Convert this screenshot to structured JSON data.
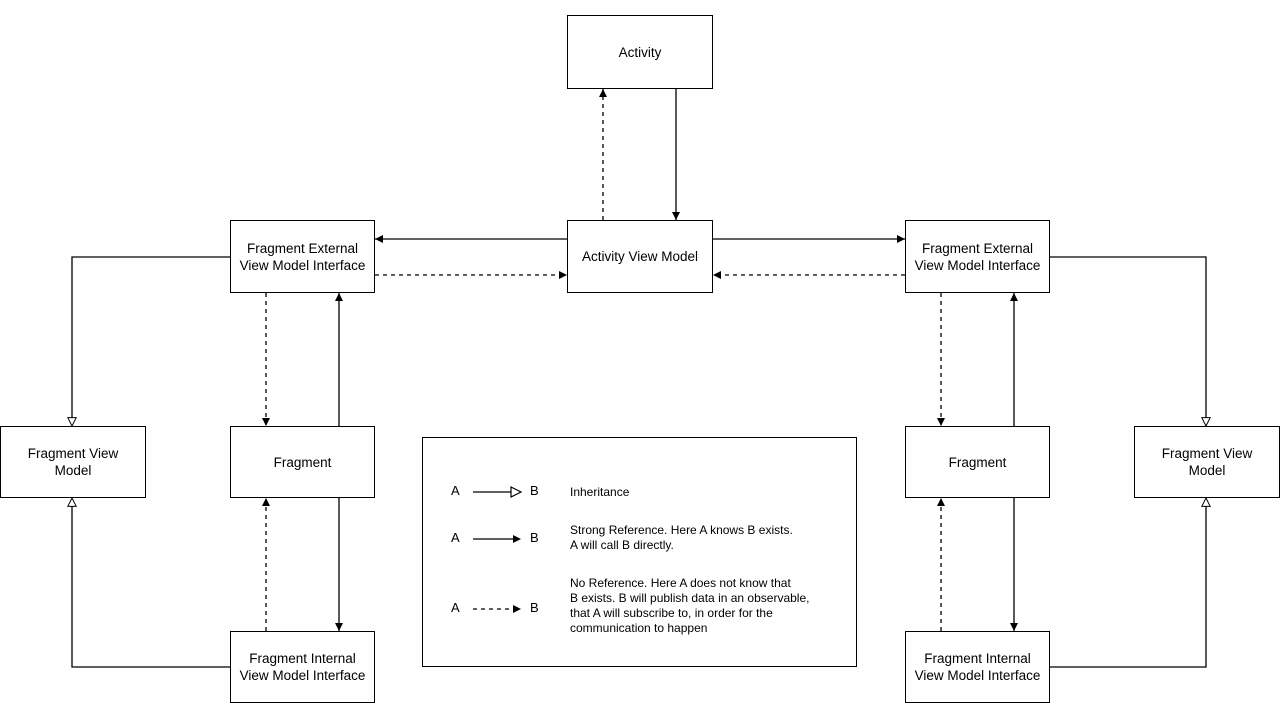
{
  "boxes": {
    "activity": "Activity",
    "activity_view_model": "Activity View Model",
    "fragment_external_left": "Fragment External\nView Model Interface",
    "fragment_external_right": "Fragment External\nView Model Interface",
    "fragment_left": "Fragment",
    "fragment_right": "Fragment",
    "fragment_view_model_left": "Fragment View\nModel",
    "fragment_view_model_right": "Fragment View\nModel",
    "fragment_internal_left": "Fragment Internal\nView Model Interface",
    "fragment_internal_right": "Fragment Internal\nView Model Interface"
  },
  "legend": {
    "items": [
      {
        "a": "A",
        "b": "B",
        "style": "inheritance",
        "text": "Inheritance"
      },
      {
        "a": "A",
        "b": "B",
        "style": "strong",
        "text": "Strong Reference. Here A knows B exists.\nA will call B directly."
      },
      {
        "a": "A",
        "b": "B",
        "style": "none",
        "text": "No Reference. Here A does not know that\nB exists. B will publish data in an observable,\nthat A will subscribe to, in order for the\ncommunication to happen"
      }
    ]
  },
  "colors": {
    "line": "#000000",
    "background": "#ffffff"
  }
}
